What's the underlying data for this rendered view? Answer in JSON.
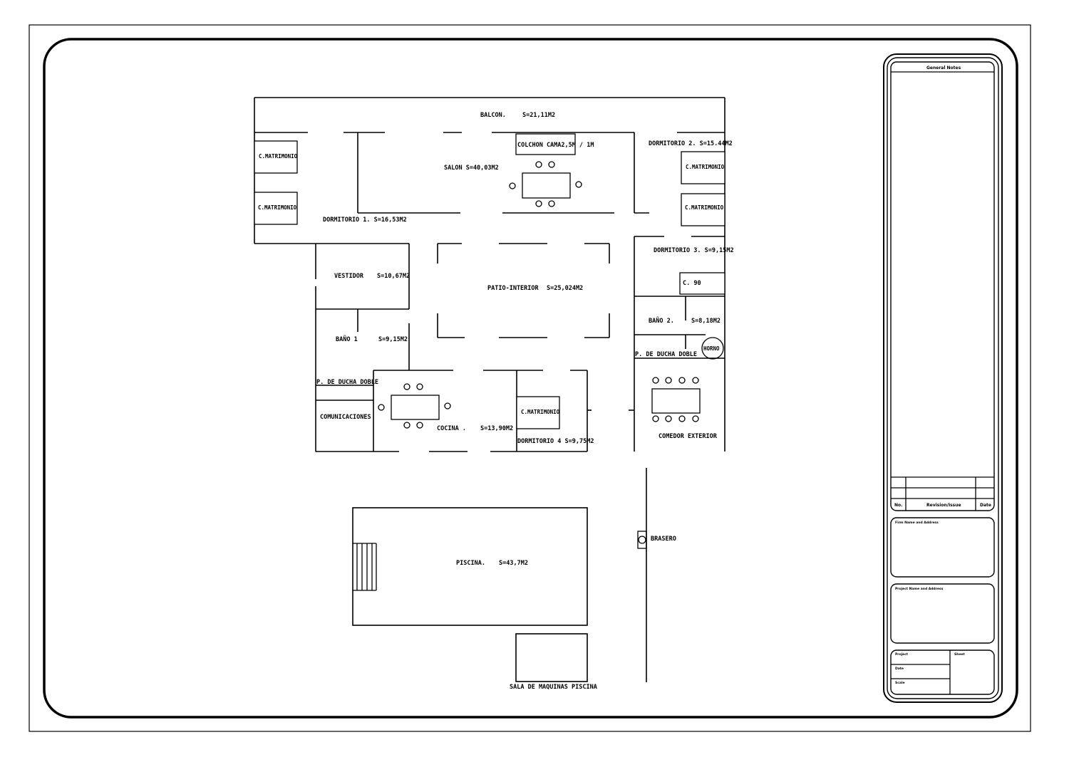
{
  "rooms": {
    "balcon_name": "BALCON.",
    "balcon_area": "S=21,11M2",
    "colchon": "COLCHON CAMA2,5M / 1M",
    "salon": "SALON S=40,03M2",
    "dormitorio1": "DORMITORIO 1. S=16,53M2",
    "dormitorio2": "DORMITORIO 2. S=15.44M2",
    "dormitorio3": "DORMITORIO 3. S=9,15M2",
    "dormitorio4": "DORMITORIO 4 S=9,75M2",
    "vestidor_name": "VESTIDOR",
    "vestidor_area": "S=10,67M2",
    "patio_name": "PATIO-INTERIOR",
    "patio_area": "S=25,024M2",
    "bano1_name": "BAÑO 1",
    "bano1_area": "S=9,15M2",
    "bano2_name": "BAÑO 2.",
    "bano2_area": "S=8,18M2",
    "ducha1": "P. DE DUCHA DOBLE",
    "ducha2": "P. DE DUCHA DOBLE",
    "comunicaciones": "COMUNICACIONES",
    "cocina_name": "COCINA .",
    "cocina_area": "S=13,90M2",
    "comedor": "COMEDOR EXTERIOR",
    "horno": "HORNO",
    "c90": "C. 90",
    "cama1": "C.MATRIMONIO",
    "cama2": "C.MATRIMONIO",
    "cama3": "C.MATRIMONIO",
    "cama4": "C.MATRIMONIO",
    "cama5": "C.MATRIMONIO",
    "piscina_name": "PISCINA.",
    "piscina_area": "S=43,7M2",
    "sala_maquinas": "SALA DE MAQUINAS  PISCINA",
    "brasero": "BRASERO"
  },
  "title_block": {
    "general_notes": "General Notes",
    "col_no": "No.",
    "col_revision": "Revision/Issue",
    "col_date": "Date",
    "firm": "Firm Name and Address",
    "project_name": "Project Name and Address",
    "project": "Project",
    "sheet": "Sheet",
    "date": "Date",
    "scale": "Scale"
  }
}
